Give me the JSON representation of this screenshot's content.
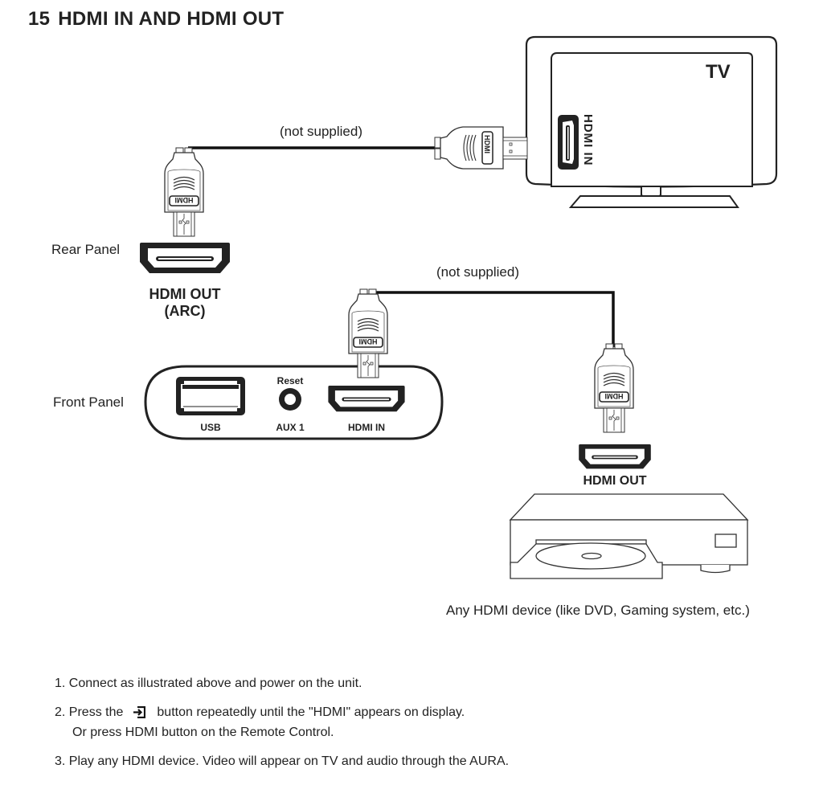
{
  "page": {
    "section_number": "15",
    "title": "HDMI IN AND HDMI OUT"
  },
  "diagram": {
    "tv": {
      "label": "TV",
      "port_label": "HDMI IN"
    },
    "cable_top": {
      "note": "(not supplied)"
    },
    "cable_bottom": {
      "note": "(not supplied)"
    },
    "connector_marking": "HDMI",
    "rear_panel": {
      "label": "Rear Panel",
      "port_label_line1": "HDMI OUT",
      "port_label_line2": "(ARC)"
    },
    "front_panel": {
      "label": "Front Panel",
      "ports": [
        {
          "id": "usb",
          "label": "USB"
        },
        {
          "id": "aux",
          "label": "AUX 1",
          "top_label": "Reset"
        },
        {
          "id": "hdmi_in",
          "label": "HDMI IN"
        }
      ]
    },
    "source_device": {
      "port_label": "HDMI OUT",
      "caption": "Any HDMI device (like DVD, Gaming system, etc.)"
    }
  },
  "instructions": [
    {
      "number": "1.",
      "text": "Connect as illustrated above and power on the unit."
    },
    {
      "number": "2.",
      "text_before": "Press the",
      "icon": "input-source-icon",
      "text_after": "button repeatedly until the \"HDMI\" appears on display.",
      "continuation": "Or press HDMI button on the Remote Control."
    },
    {
      "number": "3.",
      "text": "Play any HDMI device. Video will appear on TV and audio through the AURA."
    }
  ]
}
